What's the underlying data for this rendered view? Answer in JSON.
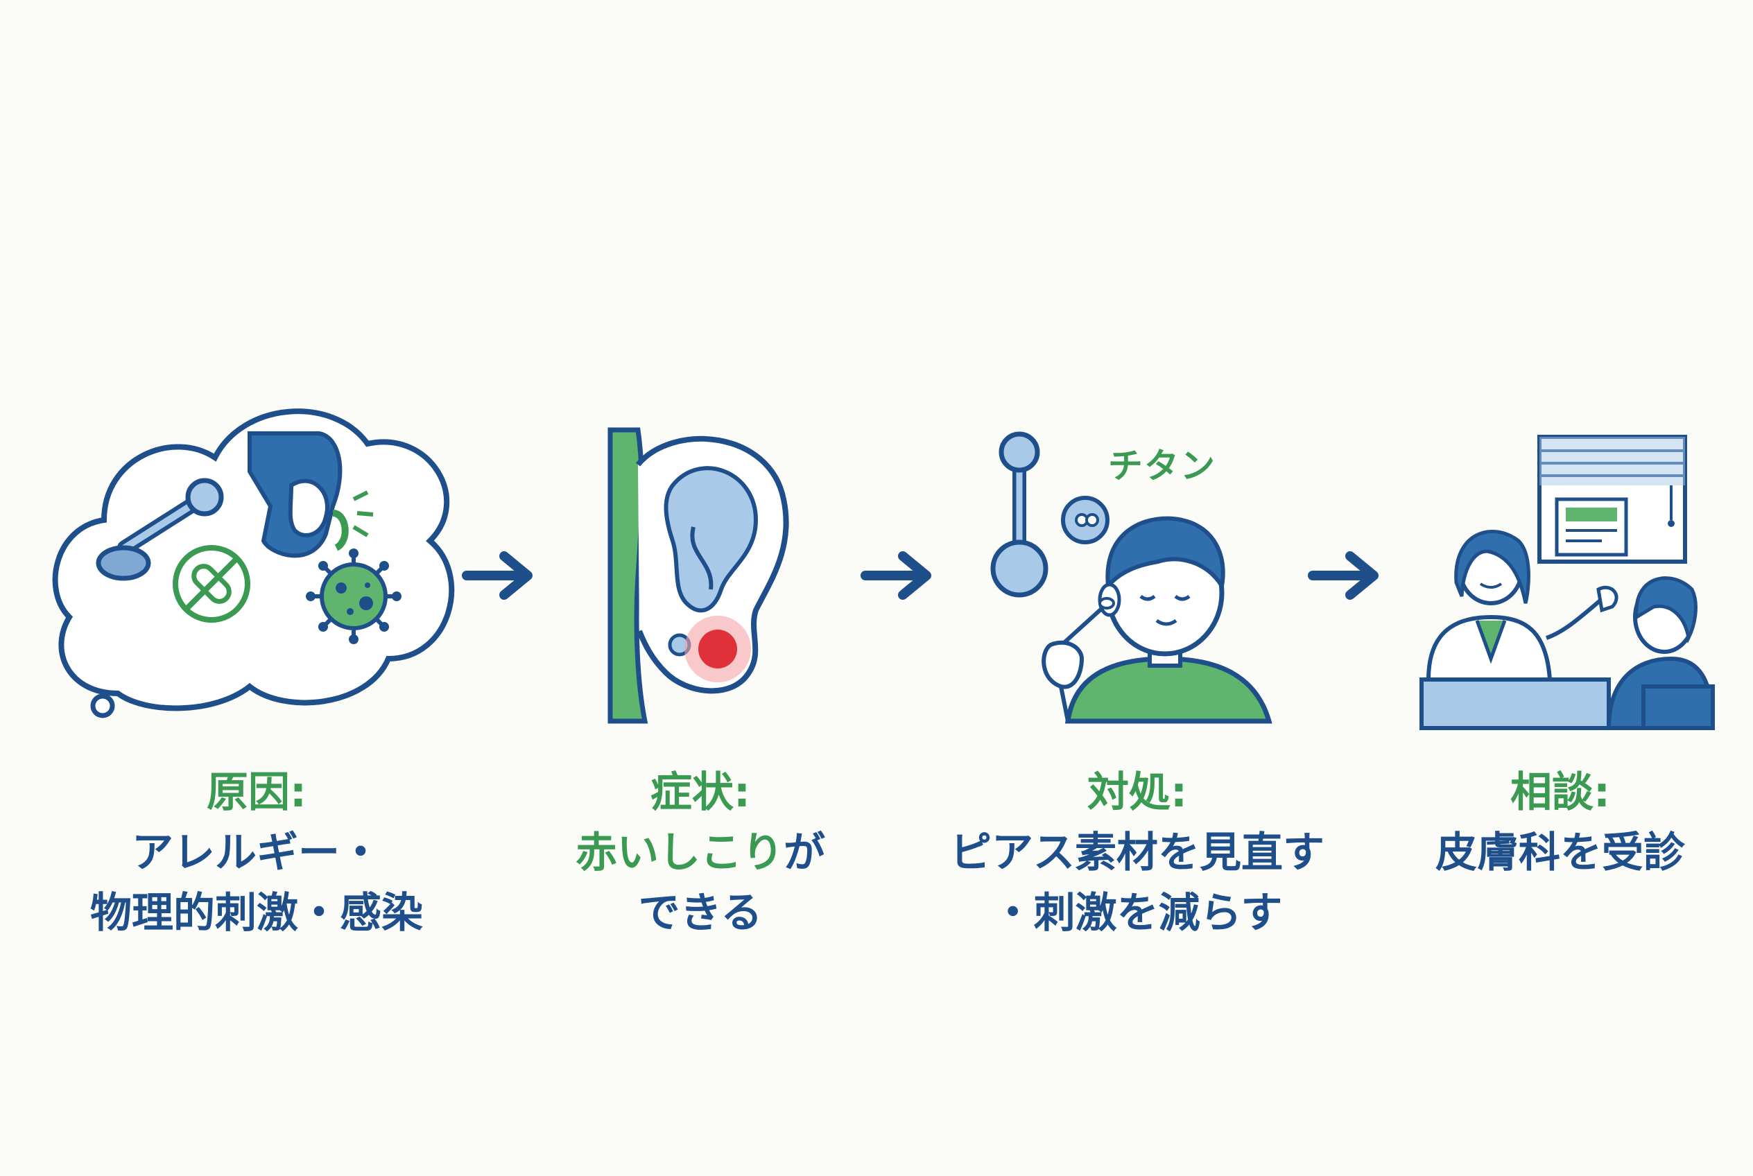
{
  "steps": [
    {
      "heading": "原因:",
      "lines": [
        "アレルギー・",
        "物理的刺激・感染"
      ]
    },
    {
      "heading": "症状:",
      "line1_highlight": "赤いしこり",
      "line1_rest": "が",
      "line2": "できる"
    },
    {
      "heading": "対処:",
      "lines": [
        "ピアス素材を見直す",
        "・刺激を減らす"
      ],
      "material_label": "チタン"
    },
    {
      "heading": "相談:",
      "lines": [
        "皮膚科を受診"
      ]
    }
  ],
  "colors": {
    "navy": "#1e4f8a",
    "green": "#3a9a52",
    "light_blue": "#a9c9e8",
    "red": "#e0303a",
    "background": "#fbfbf8"
  }
}
